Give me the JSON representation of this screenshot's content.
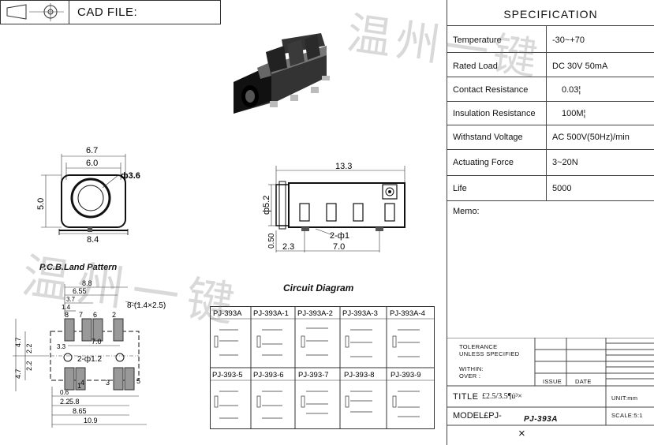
{
  "header": {
    "cad_label": "CAD FILE:"
  },
  "spec": {
    "title": "SPECIFICATION",
    "rows": [
      {
        "label": "Temperature",
        "value": "-30~+70"
      },
      {
        "label": "Rated Load",
        "value": "DC 30V 50mA"
      },
      {
        "label": "Contact Resistance",
        "value": "0.03¦"
      },
      {
        "label": "Insulation Resistance",
        "value": "100M¦"
      },
      {
        "label": "Withstand Voltage",
        "value": "AC 500V(50Hz)/min"
      },
      {
        "label": "Actuating Force",
        "value": "3~20N"
      },
      {
        "label": "Life",
        "value": "5000"
      }
    ],
    "memo_label": "Memo:"
  },
  "title_block": {
    "tolerance": "TOLERANCE",
    "unless": "UNLESS SPECIFIED",
    "within": "WITHIN:",
    "over": "OVER :",
    "issue": "ISSUE",
    "date": "DATE",
    "title_label": "TITLE",
    "title_value": "£2.5/3.5¶ú³×",
    "unit": "UNIT:mm",
    "model_label": "MODEL£PJ-",
    "model_value": "PJ-393A",
    "scale": "SCALE:5:1",
    "bottom_mark": "×"
  },
  "watermark": {
    "text": "温州一键"
  },
  "front_view": {
    "dim_top": "6.7",
    "dim_inner": "6.0",
    "dim_hole": "ф3.6",
    "dim_height": "5.0",
    "dim_bottom": "8.4"
  },
  "side_view": {
    "dim_length": "13.3",
    "dim_dia": "ф5.2",
    "dim_pin": "2-ф1",
    "dim_gap": "0.50",
    "dim_a": "2.3",
    "dim_b": "7.0"
  },
  "pcb": {
    "title": "P.C.B.Land Pattern",
    "dim_88": "8.8",
    "dim_655": "6.55",
    "dim_37": "3.7",
    "dim_14": "1.4",
    "pad_spec": "8-(1.4×2.5)",
    "dim_47a": "4.7",
    "dim_22a": "2.2",
    "dim_33": "3.3",
    "dim_70": "7.0",
    "dim_hole": "2-ф1.2",
    "dim_47b": "4.7",
    "dim_22b": "2.2",
    "dim_06": "0.6",
    "dim_22c": "2.2",
    "dim_58": "5.8",
    "dim_865": "8.65",
    "dim_109": "10.9",
    "pin_labels_top": [
      "8",
      "7",
      "6",
      "2"
    ],
    "pin_labels_bottom": [
      "1",
      "4",
      "3",
      "5"
    ]
  },
  "circuit": {
    "title": "Circuit Diagram",
    "models_row1": [
      "PJ-393A",
      "PJ-393A-1",
      "PJ-393A-2",
      "PJ-393A-3",
      "PJ-393A-4"
    ],
    "models_row2": [
      "PJ-393-5",
      "PJ-393-6",
      "PJ-393-7",
      "PJ-393-8",
      "PJ-393-9"
    ]
  }
}
